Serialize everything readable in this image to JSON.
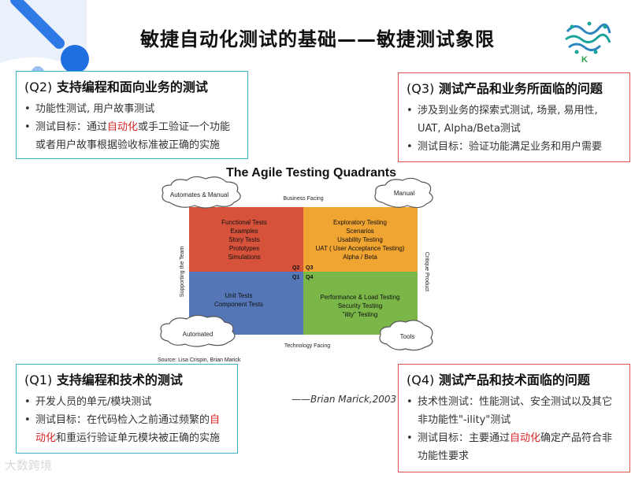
{
  "title": "敏捷自动化测试的基础——敏捷测试象限",
  "colors": {
    "accent_blue": "#3fb1c9",
    "accent_red": "#d9534f",
    "highlight": "#d62424",
    "q2": "#d6523a",
    "q3": "#f0a431",
    "q1": "#5577b8",
    "q4": "#7ab648"
  },
  "q2_box": {
    "num": "(Q2)",
    "heading": "支持编程和面向业务的测试",
    "b1": "功能性测试, 用户故事测试",
    "b2_pre": "测试目标：通过",
    "b2_hl": "自动化",
    "b2_post": "或手工验证一个功能",
    "b2_line2": "或者用户故事根据验收标准被正确的实施"
  },
  "q3_box": {
    "num": "(Q3)",
    "heading": "测试产品和业务所面临的问题",
    "b1": "涉及到业务的探索式测试, 场景, 易用性,",
    "b1_line2": "UAT, Alpha/Beta测试",
    "b2": "测试目标：验证功能满足业务和用户需要"
  },
  "q1_box": {
    "num": "(Q1)",
    "heading": "支持编程和技术的测试",
    "b1": "开发人员的单元/模块测试",
    "b2_pre": "测试目标：在代码检入之前通过频繁的",
    "b2_hl": "自",
    "b2_hl2": "动化",
    "b2_post": "和重运行验证单元模块被正确的实施"
  },
  "q4_box": {
    "num": "(Q4)",
    "heading": "测试产品和技术面临的问题",
    "b1": "技术性测试：性能测试、安全测试以及其它",
    "b1_line2": "非功能性\"-ility\"测试",
    "b2_pre": "测试目标：主要通过",
    "b2_hl": "自动化",
    "b2_post": "确定产品符合非",
    "b2_line2": "功能性要求"
  },
  "diagram": {
    "title": "The Agile Testing Quadrants",
    "top_label": "Business Facing",
    "bottom_label": "Technology Facing",
    "left_label": "Supporting the Team",
    "right_label": "Critique Product",
    "source": "Source: Lisa Crispin, Brian Marick",
    "cloud_tl": "Automates & Manual",
    "cloud_tr": "Manual",
    "cloud_bl": "Automated",
    "cloud_br": "Tools",
    "q2_label": "Q2",
    "q3_label": "Q3",
    "q1_label": "Q1",
    "q4_label": "Q4",
    "q2_items": [
      "Functional Tests",
      "Examples",
      "Story Tests",
      "Prototypes",
      "Simulations"
    ],
    "q3_items": [
      "Exploratory Testing",
      "Scenarios",
      "Usability Testing",
      "UAT ( User Acceptance Testing)",
      "Alpha / Beta"
    ],
    "q1_items": [
      "Unit Tests",
      "Component Tests"
    ],
    "q4_items": [
      "Performance & Load Testing",
      "Security Testing",
      "\"ility\" Testing"
    ]
  },
  "quote": "——Brian Marick,2003",
  "watermark": "大数跨境"
}
